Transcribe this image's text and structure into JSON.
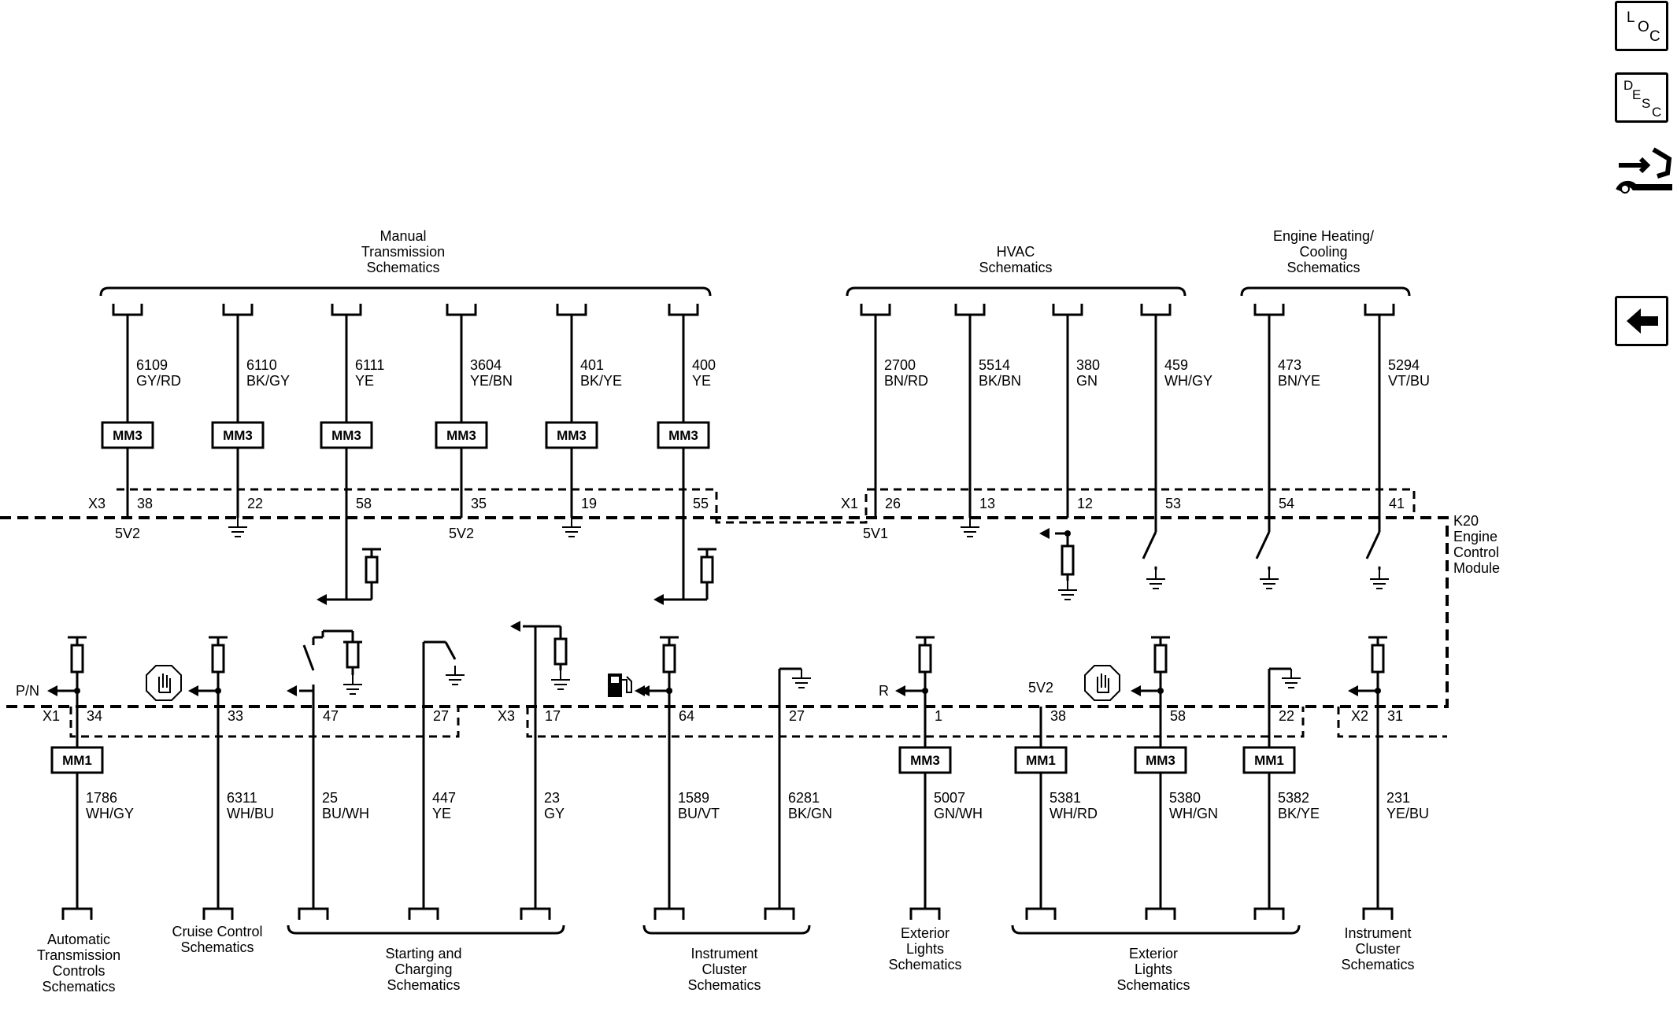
{
  "nav": {
    "loc": [
      "L",
      "O",
      "C"
    ],
    "desc": [
      "D",
      "E",
      "S",
      "C"
    ],
    "connector_icon": "connector-end-view-icon",
    "back_icon": "back-arrow-icon"
  },
  "module": {
    "lines": [
      "K20",
      "Engine",
      "Control",
      "Module"
    ]
  },
  "connectors": {
    "x3": "X3",
    "x1": "X1",
    "x2": "X2"
  },
  "tag": "MM3",
  "top_groups": [
    {
      "lines": [
        "Manual",
        "Transmission",
        "Schematics"
      ]
    },
    {
      "lines": [
        "HVAC",
        "Schematics"
      ]
    },
    {
      "lines": [
        "Engine Heating/",
        "Cooling",
        "Schematics"
      ]
    }
  ],
  "top_circuits": [
    {
      "circuit": "6109",
      "color": "GY/RD",
      "mm": "MM3",
      "pin": "38",
      "ref": "5V2"
    },
    {
      "circuit": "6110",
      "color": "BK/GY",
      "mm": "MM3",
      "pin": "22"
    },
    {
      "circuit": "6111",
      "color": "YE",
      "mm": "MM3",
      "pin": "58"
    },
    {
      "circuit": "3604",
      "color": "YE/BN",
      "mm": "MM3",
      "pin": "35",
      "ref": "5V2"
    },
    {
      "circuit": "401",
      "color": "BK/YE",
      "mm": "MM3",
      "pin": "19"
    },
    {
      "circuit": "400",
      "color": "YE",
      "mm": "MM3",
      "pin": "55"
    },
    {
      "circuit": "2700",
      "color": "BN/RD",
      "pin": "26",
      "ref": "5V1"
    },
    {
      "circuit": "5514",
      "color": "BK/BN",
      "pin": "13"
    },
    {
      "circuit": "380",
      "color": "GN",
      "pin": "12"
    },
    {
      "circuit": "459",
      "color": "WH/GY",
      "pin": "53"
    },
    {
      "circuit": "473",
      "color": "BN/YE",
      "pin": "54"
    },
    {
      "circuit": "5294",
      "color": "VT/BU",
      "pin": "41"
    }
  ],
  "bottom_circuits": [
    {
      "circuit": "1786",
      "color": "WH/GY",
      "mm": "MM1",
      "pin": "34",
      "sig": "P/N"
    },
    {
      "circuit": "6311",
      "color": "WH/BU",
      "pin": "33"
    },
    {
      "circuit": "25",
      "color": "BU/WH",
      "pin": "47"
    },
    {
      "circuit": "447",
      "color": "YE",
      "pin": "27"
    },
    {
      "circuit": "23",
      "color": "GY",
      "pin": "17"
    },
    {
      "circuit": "1589",
      "color": "BU/VT",
      "pin": "64"
    },
    {
      "circuit": "6281",
      "color": "BK/GN",
      "pin": "27"
    },
    {
      "circuit": "5007",
      "color": "GN/WH",
      "mm": "MM3",
      "pin": "1",
      "sig": "R"
    },
    {
      "circuit": "5381",
      "color": "WH/RD",
      "mm": "MM1",
      "pin": "38",
      "ref": "5V2"
    },
    {
      "circuit": "5380",
      "color": "WH/GN",
      "mm": "MM3",
      "pin": "58"
    },
    {
      "circuit": "5382",
      "color": "BK/YE",
      "mm": "MM1",
      "pin": "22"
    },
    {
      "circuit": "231",
      "color": "YE/BU",
      "pin": "31"
    }
  ],
  "bottom_groups": [
    {
      "lines": [
        "Automatic",
        "Transmission",
        "Controls",
        "Schematics"
      ]
    },
    {
      "lines": [
        "Cruise Control",
        "Schematics"
      ]
    },
    {
      "lines": [
        "Starting and",
        "Charging",
        "Schematics"
      ]
    },
    {
      "lines": [
        "Instrument",
        "Cluster",
        "Schematics"
      ]
    },
    {
      "lines": [
        "Exterior",
        "Lights",
        "Schematics"
      ]
    },
    {
      "lines": [
        "Exterior",
        "Lights",
        "Schematics"
      ]
    },
    {
      "lines": [
        "Instrument",
        "Cluster",
        "Schematics"
      ]
    }
  ],
  "icons": {
    "hand": "hand-stop-icon",
    "fuel": "fuel-pump-icon"
  }
}
